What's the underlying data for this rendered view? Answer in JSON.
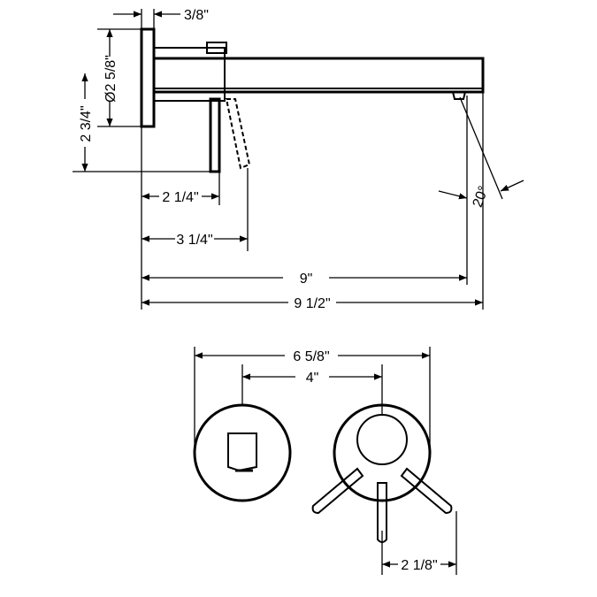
{
  "side_view": {
    "dim_plate_thickness": "3/8\"",
    "dim_plate_diameter": "Ø2 5/8\"",
    "dim_handle_height": "2 3/4\"",
    "dim_handle_offset_1": "2 1/4\"",
    "dim_handle_offset_2": "3 1/4\"",
    "dim_spout_reach": "9\"",
    "dim_total_reach": "9 1/2\"",
    "dim_angle": "20°"
  },
  "front_view": {
    "dim_overall_width": "6 5/8\"",
    "dim_center_distance": "4\"",
    "dim_lever_offset": "2 1/8\""
  }
}
